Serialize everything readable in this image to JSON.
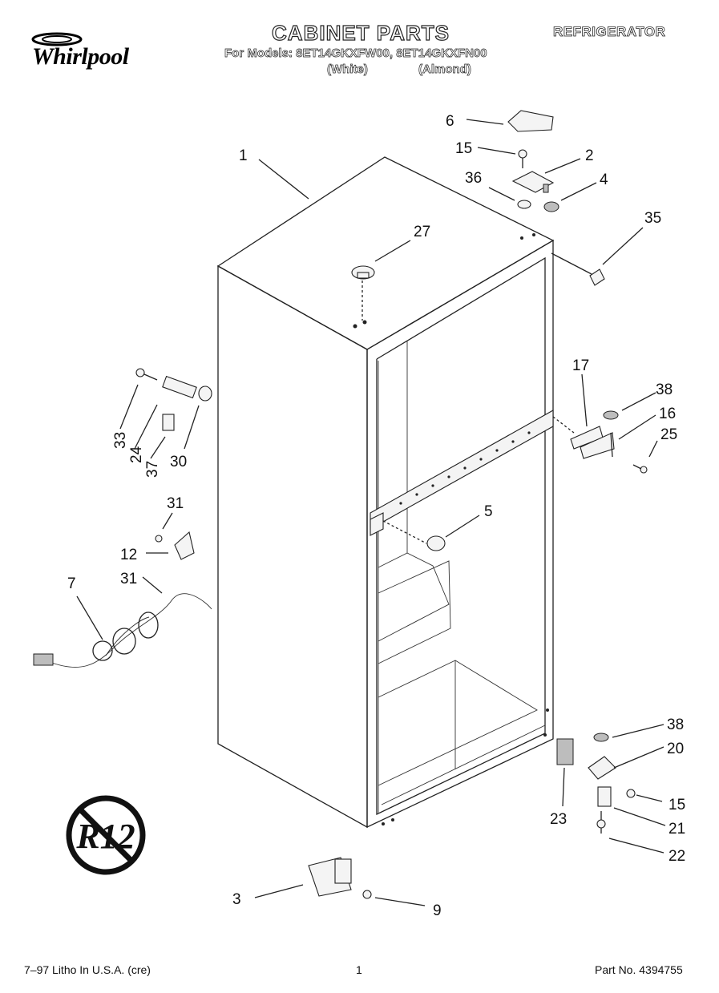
{
  "header": {
    "brand": "Whirlpool",
    "title": "CABINET PARTS",
    "category": "REFRIGERATOR",
    "models_prefix": "For Models:",
    "models": "8ET14GKXFW00, 8ET14GKXFN00",
    "color_white": "(White)",
    "color_almond": "(Almond)"
  },
  "callouts": [
    "1",
    "2",
    "3",
    "4",
    "5",
    "6",
    "7",
    "9",
    "12",
    "15",
    "15",
    "16",
    "17",
    "20",
    "21",
    "22",
    "23",
    "24",
    "25",
    "27",
    "30",
    "31",
    "31",
    "33",
    "35",
    "36",
    "37",
    "38",
    "38"
  ],
  "badge": {
    "text": "R12"
  },
  "footer": {
    "litho": "7–97 Litho In U.S.A. (cre)",
    "page": "1",
    "part_no": "Part No. 4394755"
  }
}
